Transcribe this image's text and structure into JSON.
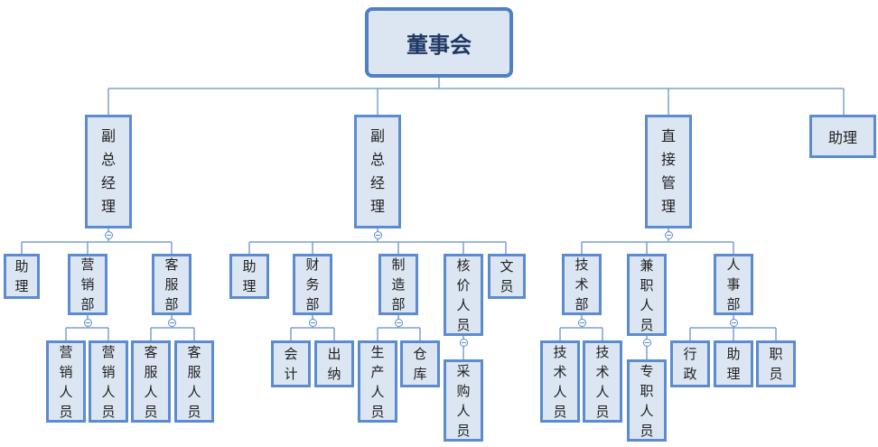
{
  "root": {
    "label": "董事会"
  },
  "level1": [
    {
      "key": "vp1",
      "label": "副\n总\n经\n理"
    },
    {
      "key": "vp2",
      "label": "副\n总\n经\n理"
    },
    {
      "key": "direct",
      "label": "直\n接\n管\n理"
    },
    {
      "key": "assistant",
      "label": "助理"
    }
  ],
  "level2": {
    "vp1": [
      {
        "label": "助\n理"
      },
      {
        "label": "营\n销\n部"
      },
      {
        "label": "客\n服\n部"
      }
    ],
    "vp2": [
      {
        "label": "助\n理"
      },
      {
        "label": "财\n务\n部"
      },
      {
        "label": "制\n造\n部"
      },
      {
        "label": "核\n价\n人\n员"
      },
      {
        "label": "文\n员"
      }
    ],
    "direct": [
      {
        "label": "技\n术\n部"
      },
      {
        "label": "兼\n职\n人\n员"
      },
      {
        "label": "人\n事\n部"
      }
    ]
  },
  "level3": {
    "marketing": [
      {
        "label": "营\n销\n人\n员"
      },
      {
        "label": "营\n销\n人\n员"
      }
    ],
    "service": [
      {
        "label": "客\n服\n人\n员"
      },
      {
        "label": "客\n服\n人\n员"
      }
    ],
    "finance": [
      {
        "label": "会\n计"
      },
      {
        "label": "出\n纳"
      }
    ],
    "manufacturing": [
      {
        "label": "生\n产\n人\n员"
      },
      {
        "label": "仓\n库"
      }
    ],
    "pricing": [
      {
        "label": "采\n购\n人\n员"
      }
    ],
    "tech": [
      {
        "label": "技\n术\n人\n员"
      },
      {
        "label": "技\n术\n人\n员"
      }
    ],
    "parttime": [
      {
        "label": "专\n职\n人\n员"
      }
    ],
    "hr": [
      {
        "label": "行\n政"
      },
      {
        "label": "助\n理"
      },
      {
        "label": "职\n员"
      }
    ]
  },
  "colors": {
    "node_fill": "#dce6f2",
    "node_border": "#5b8bd0",
    "line": "#7aa0d4",
    "root_text": "#1f3864"
  }
}
